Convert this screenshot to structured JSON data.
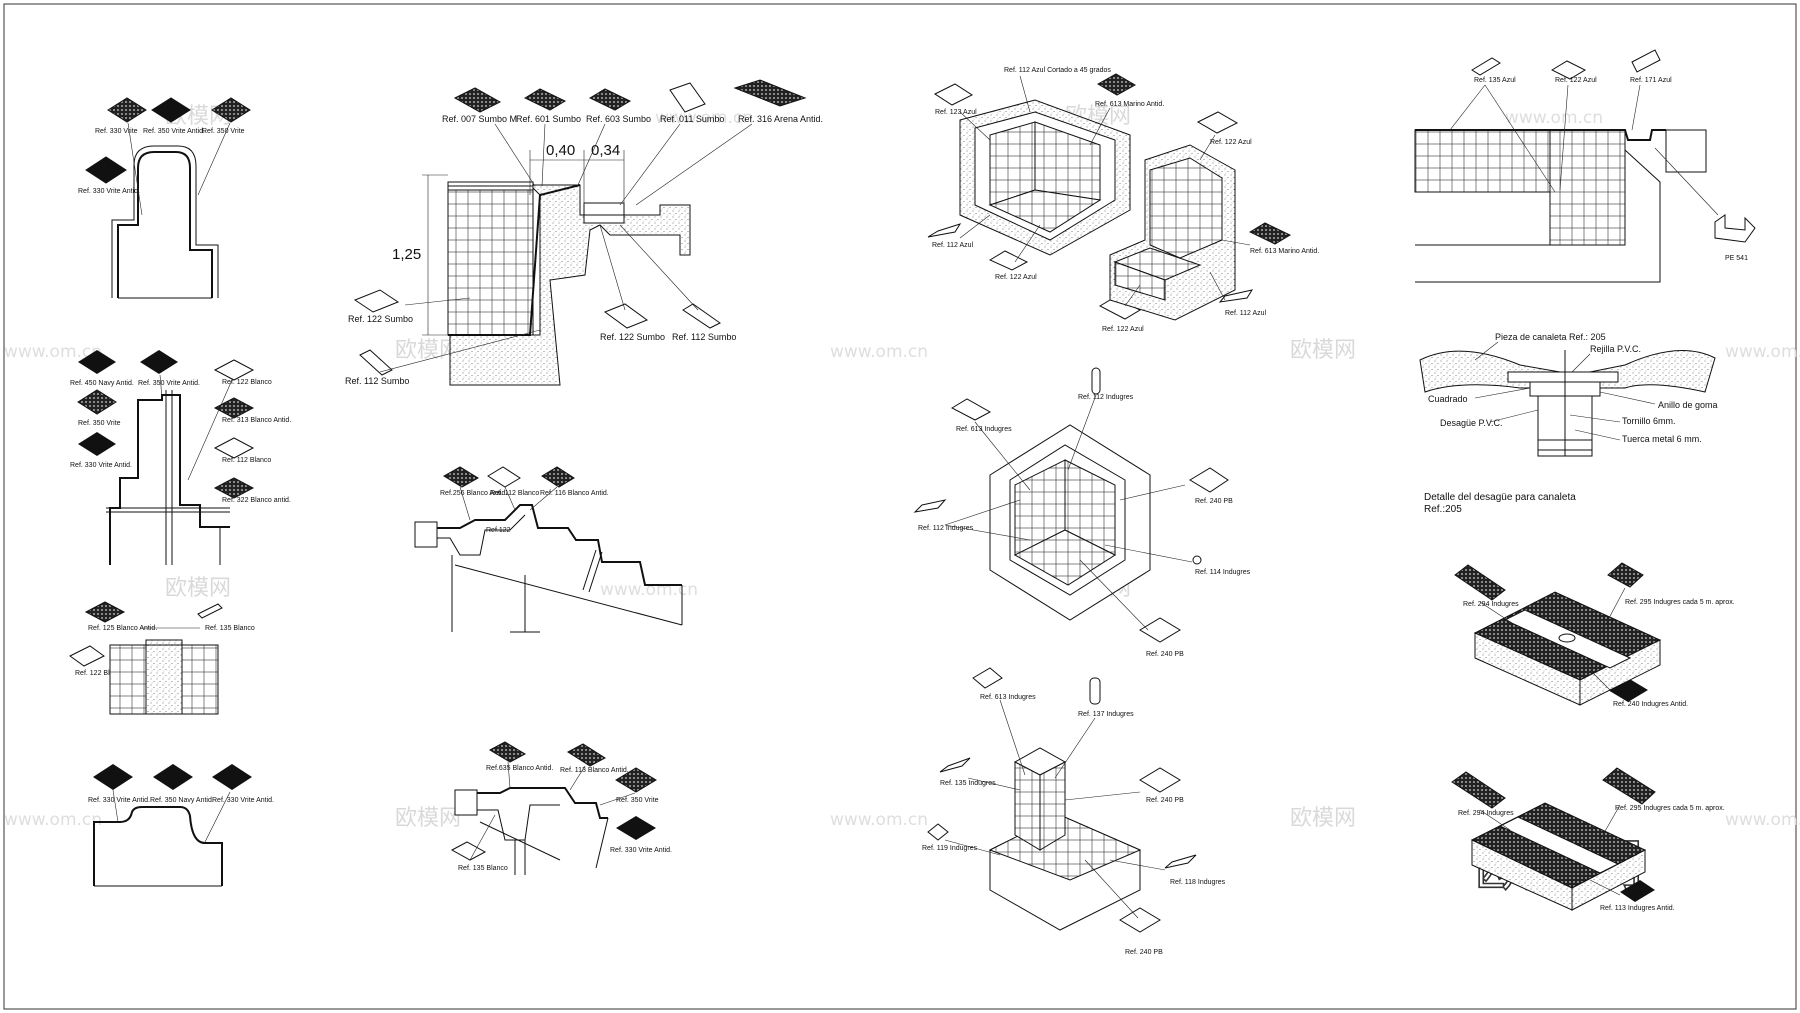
{
  "sheet": {
    "detail_a": {
      "labels": [
        "Ref. 330 Vrite",
        "Ref. 350 Vrite Antid.",
        "Ref. 350 Vrite",
        "Ref. 330 Vrite Antid."
      ]
    },
    "detail_b": {
      "labels": [
        "Ref. 450 Navy Antid.",
        "Ref. 350 Vrite Antid.",
        "Ref. 350 Vrite",
        "Ref. 330 Vrite Antid.",
        "Ref. 122 Blanco",
        "Ref. 313 Blanco Antid.",
        "Ref. 112 Blanco",
        "Ref. 322 Blanco antid."
      ]
    },
    "detail_c": {
      "labels": [
        "Ref. 125 Blanco Antid.",
        "Ref. 122 Blanco",
        "Ref. 135 Blanco"
      ]
    },
    "detail_d": {
      "labels": [
        "Ref. 330 Vrite Antid.",
        "Ref. 350 Navy Antid.",
        "Ref. 330 Vrite Antid."
      ]
    },
    "section_main": {
      "labels": [
        "Ref. 007 Sumbo M",
        "Ref. 601 Sumbo",
        "Ref. 603 Sumbo",
        "Ref. 011 Sumbo",
        "Ref. 316 Arena Antid.",
        "Ref. 122 Sumbo",
        "Ref. 112 Sumbo"
      ],
      "dims": [
        "0,40",
        "0,34",
        "1,25"
      ]
    },
    "section_stairs": {
      "labels": [
        "Ref.256 Blanco Antid.",
        "Ref. 112 Blanco",
        "Ref. 116 Blanco Antid.",
        "Ref.122"
      ]
    },
    "section_lower": {
      "labels": [
        "Ref.635 Blanco Antid.",
        "Ref. 113 Blanco Antid.",
        "Ref. 350 Vrite",
        "Ref. 330 Vrite Antid.",
        "Ref. 135 Blanco"
      ]
    },
    "iso_pool_corner": {
      "labels": [
        "Ref. 112 Azul Cortado a 45 grados",
        "Ref. 123 Azul",
        "Ref. 613 Marino Antid.",
        "Ref. 122 Azul",
        "Ref. 112 Azul",
        "Ref. 122 Azul",
        "Ref. 613 Marino Antid.",
        "Ref. 122 Azul",
        "Ref. 112 Azul"
      ]
    },
    "iso_inner_corner": {
      "labels": [
        "Ref. 112 Indugres",
        "Ref. 613 Indugres",
        "Ref. 112 Indugres",
        "Ref. 240 PB",
        "Ref. 114 Indugres",
        "Ref. 240 PB"
      ]
    },
    "iso_outer_corner": {
      "labels": [
        "Ref. 613 Indugres",
        "Ref. 137 Indugres",
        "Ref. 135 Indugres",
        "Ref. 240 PB",
        "Ref. 119 Indugres",
        "Ref. 118 Indugres",
        "Ref. 240 PB"
      ]
    },
    "gutter_section": {
      "labels": [
        "Ref. 135 Azul",
        "Ref. 122 Azul",
        "Ref. 171 Azul",
        "PE 541"
      ]
    },
    "drain_detail": {
      "labels": [
        "Pieza de canaleta Ref.: 205",
        "Rejilla P.V.C.",
        "Cuadrado",
        "Anillo de goma",
        "Desagüe P.V.C.",
        "Tornillo 6mm.",
        "Tuerca metal 6 mm."
      ],
      "caption_line1": "Detalle del desagüe para canaleta",
      "caption_line2": "Ref.:205"
    },
    "iso_grate_a": {
      "labels": [
        "Ref. 294 Indugres",
        "Ref. 295 Indugres cada 5 m. aprox.",
        "Ref. 240 Indugres Antid."
      ]
    },
    "iso_grate_b": {
      "labels": [
        "Ref. 294 Indugres",
        "Ref. 295 Indugres cada 5 m. aprox.",
        "Ref. 113 Indugres Antid."
      ]
    },
    "watermarks": {
      "brand": "欧模网",
      "url": "www.om.cn"
    }
  }
}
